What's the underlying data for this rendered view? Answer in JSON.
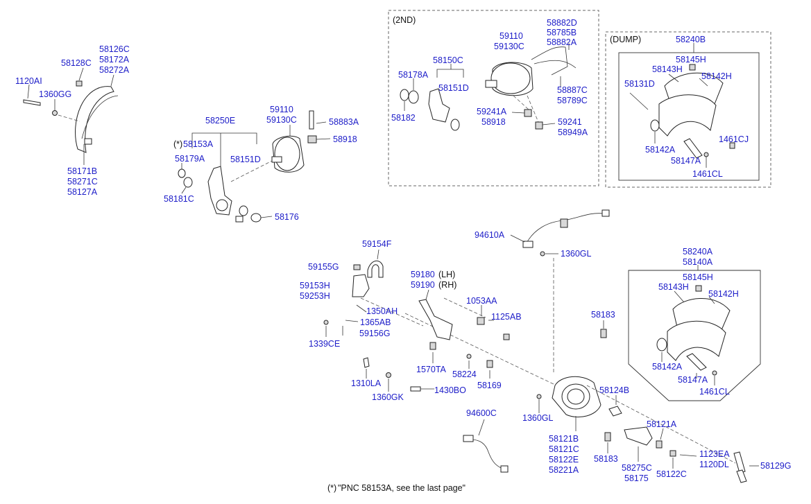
{
  "boxes": {
    "second": "(2ND)",
    "dump": "(DUMP)",
    "lh": "(LH)",
    "rh": "(RH)",
    "asterisk": "(*)"
  },
  "labels": {
    "p1120AI": "1120AI",
    "p1360GG": "1360GG",
    "p58128C": "58128C",
    "p58126C": "58126C",
    "p58172A": "58172A",
    "p58272A": "58272A",
    "p58171B": "58171B",
    "p58271C": "58271C",
    "p58127A": "58127A",
    "p58250E": "58250E",
    "p58153A": "58153A",
    "p58179A": "58179A",
    "p58181C": "58181C",
    "p58151D_a": "58151D",
    "p59110_a": "59110",
    "p59130C_a": "59130C",
    "p58883A": "58883A",
    "p58918_a": "58918",
    "p58176": "58176",
    "p58178A": "58178A",
    "p58182": "58182",
    "p58150C": "58150C",
    "p58151D_b": "58151D",
    "p59110_b": "59110",
    "p59130C_b": "59130C",
    "p58882D": "58882D",
    "p58785B": "58785B",
    "p58882A": "58882A",
    "p58887C": "58887C",
    "p58789C": "58789C",
    "p59241A": "59241A",
    "p58918_b": "58918",
    "p59241": "59241",
    "p58949A": "58949A",
    "p58240B": "58240B",
    "p58145H_a": "58145H",
    "p58143H_a": "58143H",
    "p58142H_a": "58142H",
    "p58131D": "58131D",
    "p58142A_a": "58142A",
    "p58147A_a": "58147A",
    "p1461CJ": "1461CJ",
    "p1461CL_a": "1461CL",
    "p94610A": "94610A",
    "p1360GL_a": "1360GL",
    "p59154F": "59154F",
    "p59155G": "59155G",
    "p59153H": "59153H",
    "p59253H": "59253H",
    "p1350AH": "1350AH",
    "p1365AB": "1365AB",
    "p59156G": "59156G",
    "p1339CE": "1339CE",
    "p59180": "59180",
    "p59190": "59190",
    "p1053AA": "1053AA",
    "p1125AB": "1125AB",
    "p1570TA": "1570TA",
    "p58224": "58224",
    "p58169": "58169",
    "p1310LA": "1310LA",
    "p1360GK": "1360GK",
    "p1430BO": "1430BO",
    "p58183_a": "58183",
    "p58240A": "58240A",
    "p58140A": "58140A",
    "p58145H_b": "58145H",
    "p58143H_b": "58143H",
    "p58142H_b": "58142H",
    "p58142A_b": "58142A",
    "p58147A_b": "58147A",
    "p1461CL_b": "1461CL",
    "p58124B": "58124B",
    "p1360GL_b": "1360GL",
    "p94600C": "94600C",
    "p58121B": "58121B",
    "p58121C": "58121C",
    "p58122E": "58122E",
    "p58221A": "58221A",
    "p58183_b": "58183",
    "p58121A": "58121A",
    "p58275C": "58275C",
    "p58175": "58175",
    "p58122C": "58122C",
    "p1123EA": "1123EA",
    "p1120DL": "1120DL",
    "p58129G": "58129G"
  },
  "footnote": "\"PNC 58153A, see the last page\""
}
